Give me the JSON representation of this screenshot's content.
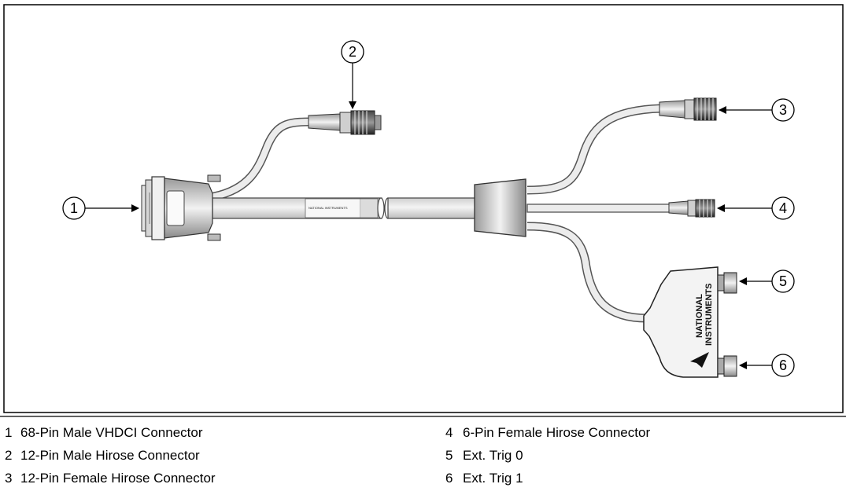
{
  "callouts": [
    {
      "num": "1"
    },
    {
      "num": "2"
    },
    {
      "num": "3"
    },
    {
      "num": "4"
    },
    {
      "num": "5"
    },
    {
      "num": "6"
    }
  ],
  "cable_print": "NATIONAL INSTRUMENTS",
  "logo": {
    "line1": "NATIONAL",
    "line2": "INSTRUMENTS"
  },
  "legend": [
    {
      "num": "1",
      "label": "68-Pin Male VHDCI Connector"
    },
    {
      "num": "2",
      "label": "12-Pin Male Hirose Connector"
    },
    {
      "num": "3",
      "label": "12-Pin Female Hirose Connector"
    },
    {
      "num": "4",
      "label": "6-Pin Female Hirose Connector"
    },
    {
      "num": "5",
      "label": "Ext. Trig 0"
    },
    {
      "num": "6",
      "label": "Ext. Trig 1"
    }
  ]
}
